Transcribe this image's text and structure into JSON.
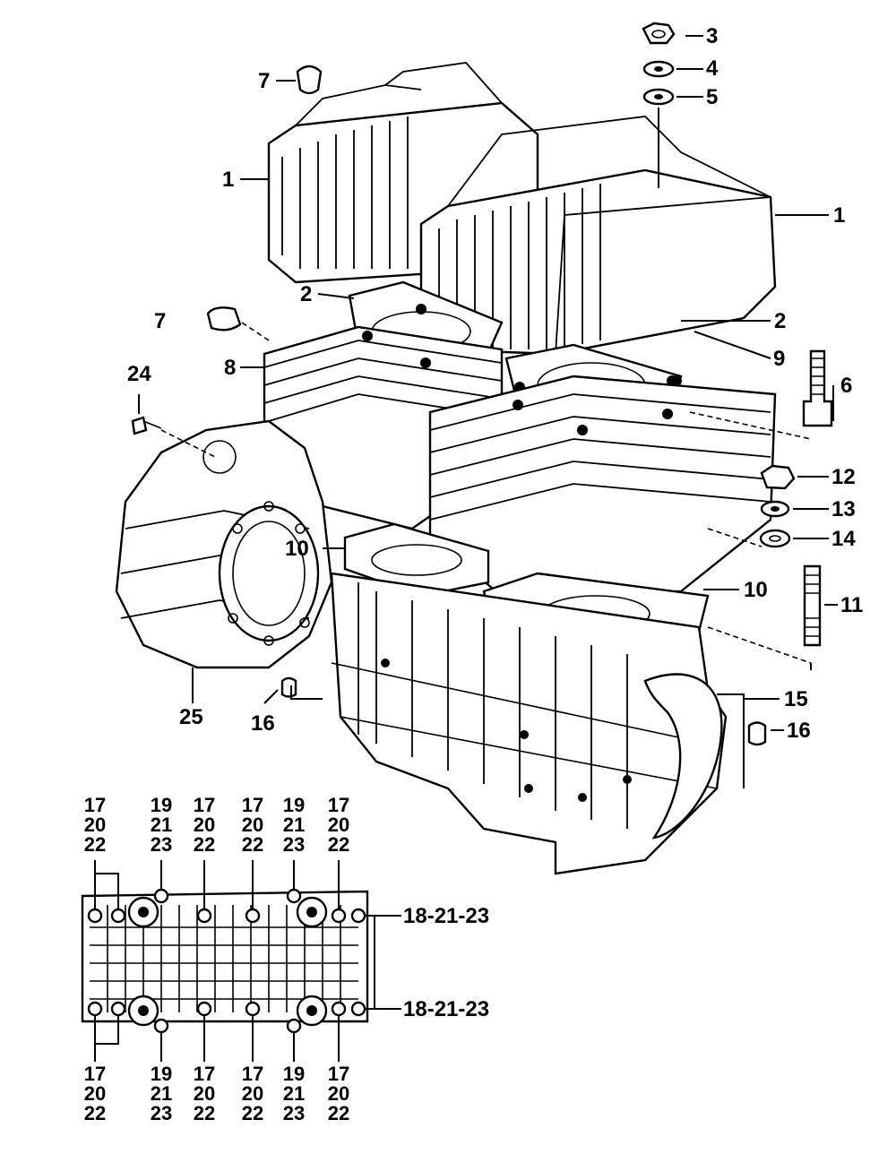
{
  "callouts": {
    "c1a": "1",
    "c1b": "1",
    "c2a": "2",
    "c2b": "2",
    "c3": "3",
    "c4": "4",
    "c5": "5",
    "c6": "6",
    "c7a": "7",
    "c7b": "7",
    "c8": "8",
    "c9": "9",
    "c10a": "10",
    "c10b": "10",
    "c11": "11",
    "c12": "12",
    "c13": "13",
    "c14": "14",
    "c15": "15",
    "c16a": "16",
    "c16b": "16",
    "c24": "24",
    "c25": "25"
  },
  "bolt_refs": {
    "right_top": "18-21-23",
    "right_bottom": "18-21-23",
    "top": [
      [
        "17",
        "20",
        "22"
      ],
      [
        "19",
        "21",
        "23"
      ],
      [
        "17",
        "20",
        "22"
      ],
      [
        "17",
        "20",
        "22"
      ],
      [
        "19",
        "21",
        "23"
      ],
      [
        "17",
        "20",
        "22"
      ]
    ],
    "bottom": [
      [
        "17",
        "20",
        "22"
      ],
      [
        "19",
        "21",
        "23"
      ],
      [
        "17",
        "20",
        "22"
      ],
      [
        "17",
        "20",
        "22"
      ],
      [
        "19",
        "21",
        "23"
      ],
      [
        "17",
        "20",
        "22"
      ]
    ]
  }
}
